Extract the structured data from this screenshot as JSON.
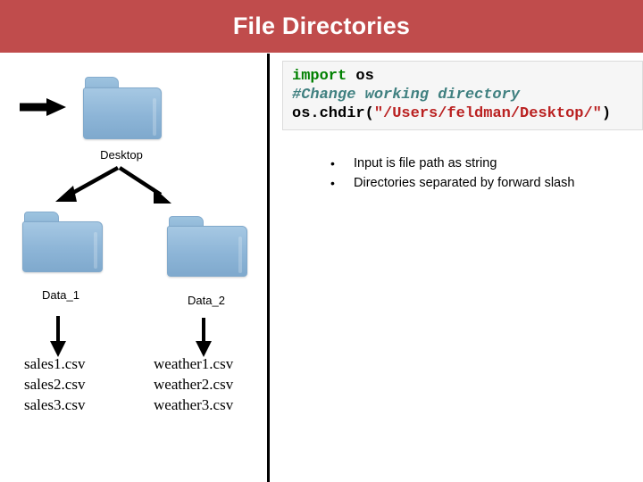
{
  "slide": {
    "title": "File Directories",
    "banner_color": "#c04c4c",
    "title_color": "#ffffff"
  },
  "diagram": {
    "root_arrow_icon": "right-arrow-icon",
    "root_folder": {
      "icon": "folder-icon",
      "label": "Desktop"
    },
    "branch_arrow_left_icon": "down-left-arrow-icon",
    "branch_arrow_right_icon": "down-right-arrow-icon",
    "children": [
      {
        "icon": "folder-icon",
        "label": "Data_1",
        "arrow_icon": "down-arrow-icon",
        "files": [
          "sales1.csv",
          "sales2.csv",
          "sales3.csv"
        ]
      },
      {
        "icon": "folder-icon",
        "label": "Data_2",
        "arrow_icon": "down-arrow-icon",
        "files": [
          "weather1.csv",
          "weather2.csv",
          "weather3.csv"
        ]
      }
    ],
    "folder_color": "#8db5d7"
  },
  "code": {
    "line1_keyword": "import",
    "line1_module": " os",
    "line2_comment": "#Change working directory",
    "line3_call": "os.chdir(",
    "line3_string": "\"/Users/feldman/Desktop/\"",
    "line3_close": ")",
    "keyword_color": "#008000",
    "comment_color": "#408080",
    "string_color": "#ba2121",
    "background": "#f6f6f6"
  },
  "bullets": [
    {
      "marker": "•",
      "text": "Input is file path as string"
    },
    {
      "marker": "•",
      "text": "Directories separated by forward slash"
    }
  ]
}
